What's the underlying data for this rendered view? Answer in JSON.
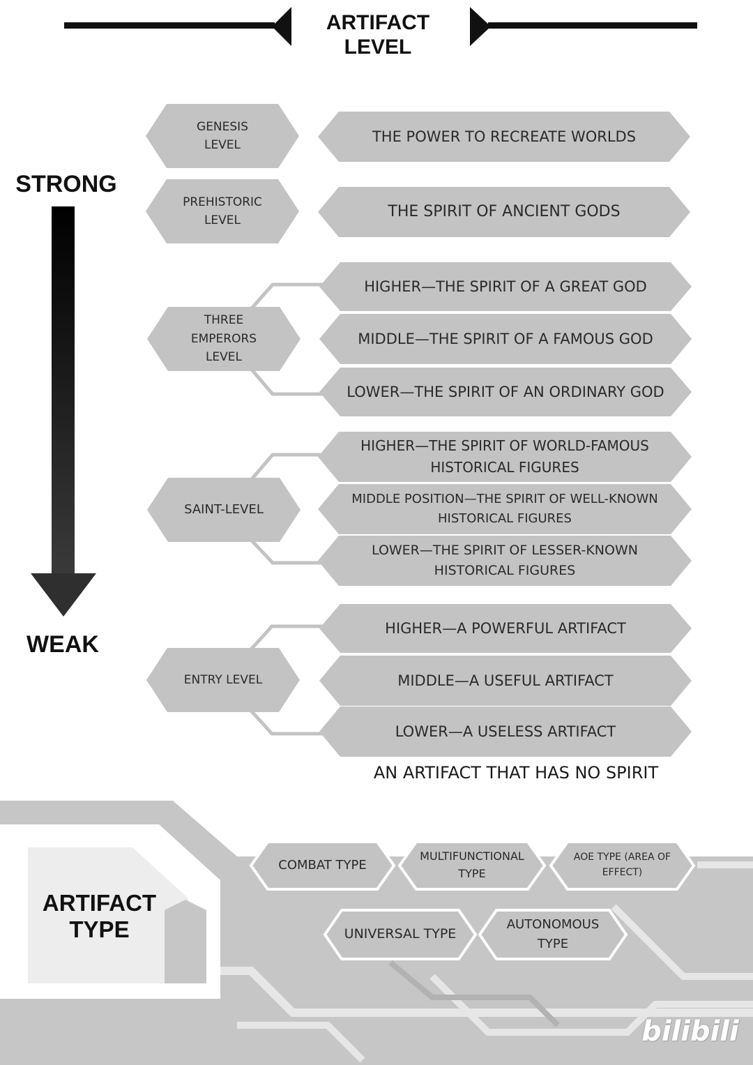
{
  "header": {
    "title": "ARTIFACT LEVEL"
  },
  "scale": {
    "strong": "STRONG",
    "weak": "WEAK"
  },
  "levels": [
    {
      "name": "GENESIS\nLEVEL",
      "sublevels": [
        "THE POWER TO RECREATE WORLDS"
      ]
    },
    {
      "name": "PREHISTORIC\nLEVEL",
      "sublevels": [
        "THE SPIRIT OF ANCIENT GODS"
      ]
    },
    {
      "name": "THREE\nEMPERORS\nLEVEL",
      "sublevels": [
        "HIGHER—THE SPIRIT OF A GREAT GOD",
        "MIDDLE—THE SPIRIT OF A FAMOUS GOD",
        "LOWER—THE SPIRIT OF AN ORDINARY GOD"
      ]
    },
    {
      "name": "SAINT-LEVEL",
      "sublevels": [
        "HIGHER—THE SPIRIT OF WORLD-FAMOUS\nHISTORICAL FIGURES",
        "MIDDLE POSITION—THE SPIRIT OF WELL-KNOWN\nHISTORICAL FIGURES",
        "LOWER—THE SPIRIT OF LESSER-KNOWN\nHISTORICAL FIGURES"
      ]
    },
    {
      "name": "ENTRY LEVEL",
      "sublevels": [
        "HIGHER—A POWERFUL ARTIFACT",
        "MIDDLE—A USEFUL ARTIFACT",
        "LOWER—A USELESS ARTIFACT"
      ]
    }
  ],
  "no_spirit": "AN ARTIFACT THAT HAS NO SPIRIT",
  "types": {
    "title": "ARTIFACT\nTYPE",
    "row1": [
      "COMBAT TYPE",
      "MULTIFUNCTIONAL\nTYPE",
      "AOE TYPE (AREA OF\nEFFECT)"
    ],
    "row2": [
      "UNIVERSAL TYPE",
      "AUTONOMOUS\nTYPE"
    ]
  },
  "watermark": "bilibili",
  "colors": {
    "box_fill": "#c3c3c3",
    "circuit_bg": "#c6c6c6",
    "text": "#2a2a2a",
    "line": "#111111"
  }
}
